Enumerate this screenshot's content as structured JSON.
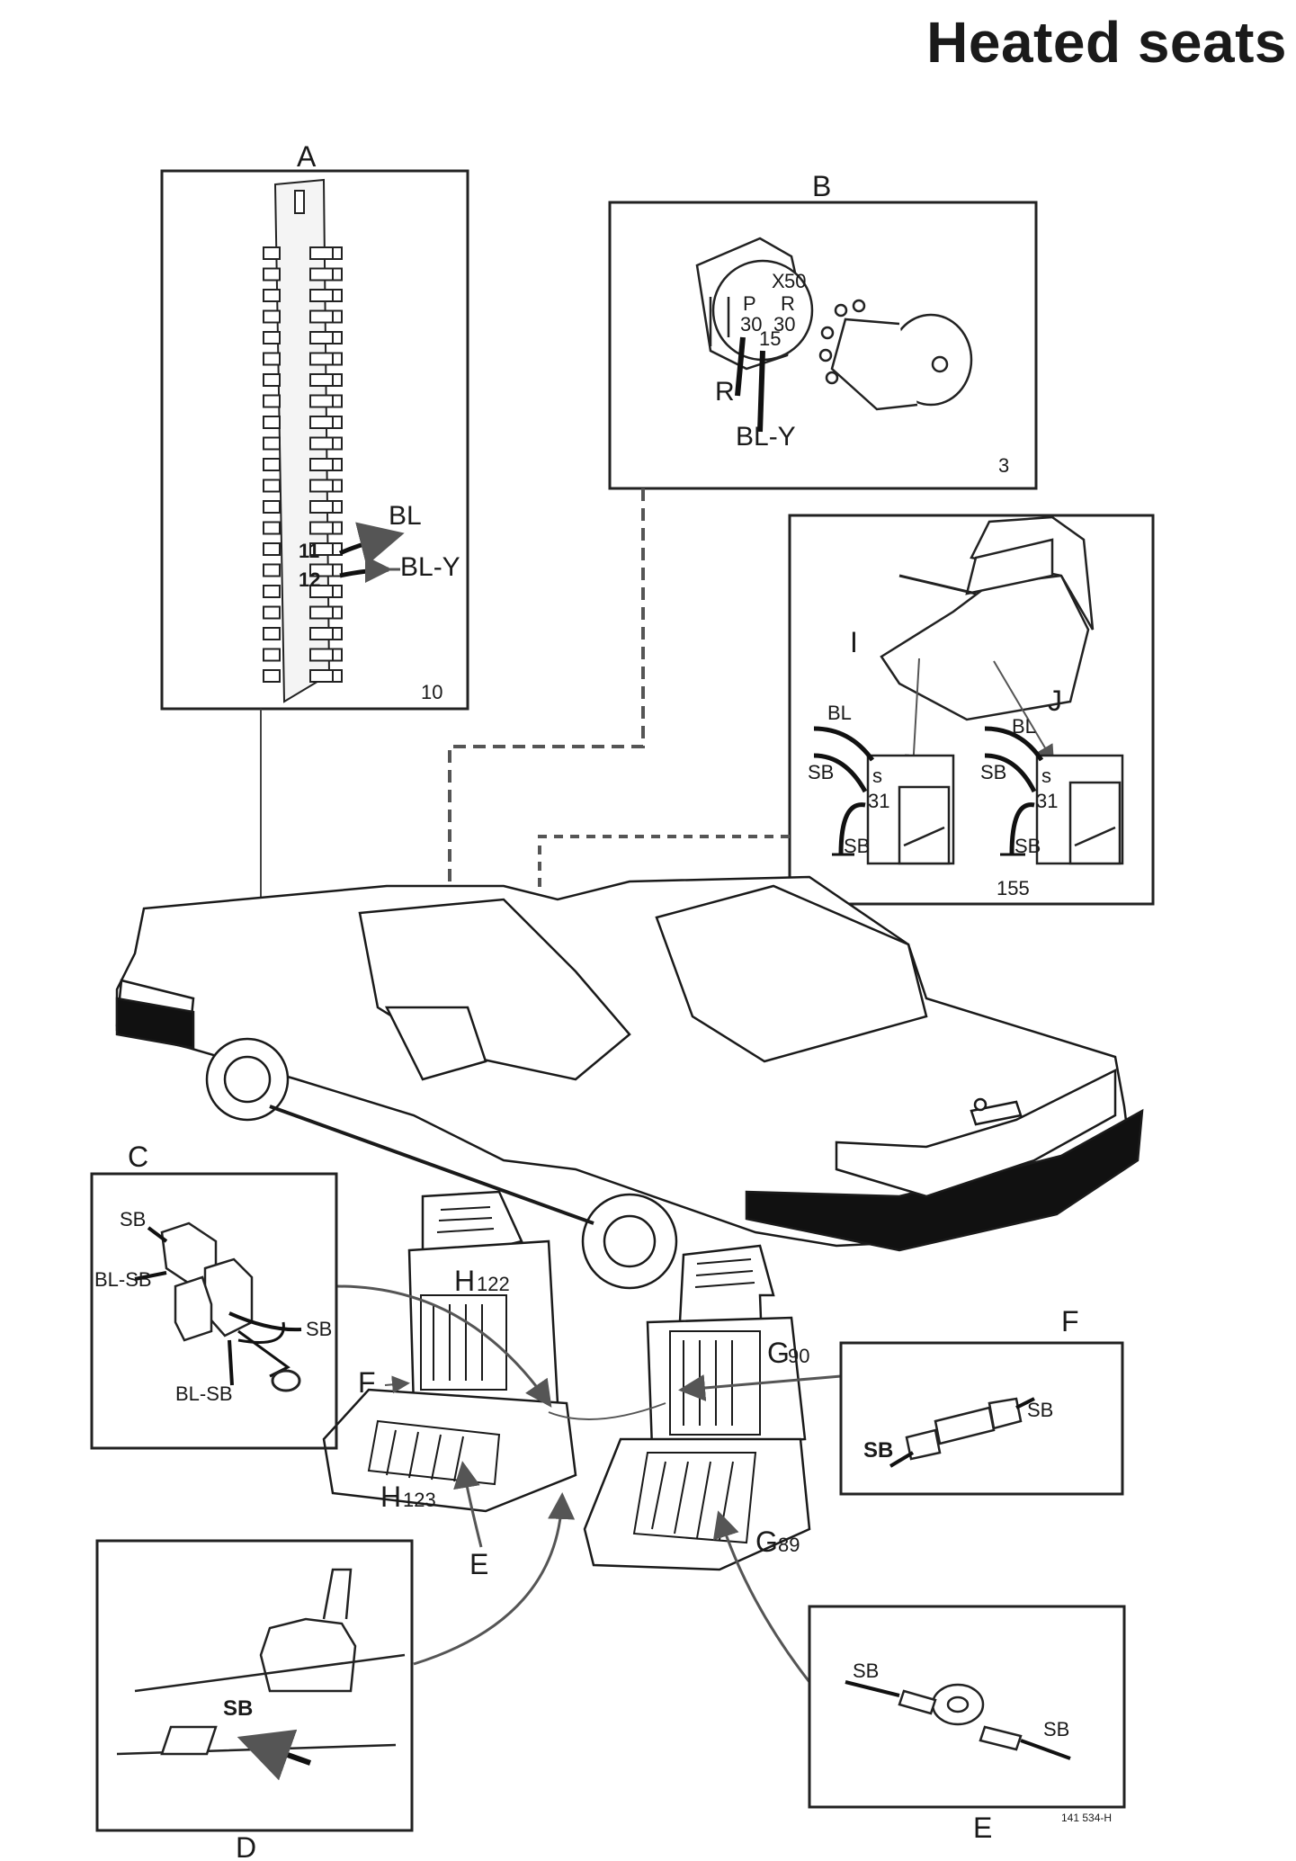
{
  "title": "Heated seats",
  "panels": {
    "A": {
      "letter": "A",
      "number": "10",
      "terminal_11": "11",
      "terminal_12": "12",
      "wire_1": "BL",
      "wire_2": "BL-Y"
    },
    "B": {
      "letter": "B",
      "number": "3",
      "wire_1": "R",
      "wire_2": "BL-Y",
      "terminals": [
        "X",
        "50",
        "P",
        "R",
        "30",
        "30",
        "15"
      ]
    },
    "IJ": {
      "label_i": "I",
      "label_j": "J",
      "number": "155",
      "wires": [
        "BL",
        "SB",
        "SB",
        "BL",
        "SB",
        "SB"
      ],
      "terminals": [
        "s",
        "31",
        "s",
        "31"
      ]
    },
    "C": {
      "letter": "C",
      "wires": [
        "SB",
        "BL-SB",
        "SB",
        "BL-SB"
      ]
    },
    "D": {
      "letter": "D",
      "wire": "SB"
    },
    "E": {
      "letter": "E",
      "wires": [
        "SB",
        "SB"
      ]
    },
    "F": {
      "letter": "F",
      "wires": [
        "SB",
        "SB"
      ]
    }
  },
  "callouts": {
    "h122": "H",
    "h122_num": "122",
    "h123": "H",
    "h123_num": "123",
    "g90": "G",
    "g90_num": "90",
    "g89": "G",
    "g89_num": "89",
    "e": "E",
    "f": "F"
  },
  "figure_ref": "141 534-H"
}
